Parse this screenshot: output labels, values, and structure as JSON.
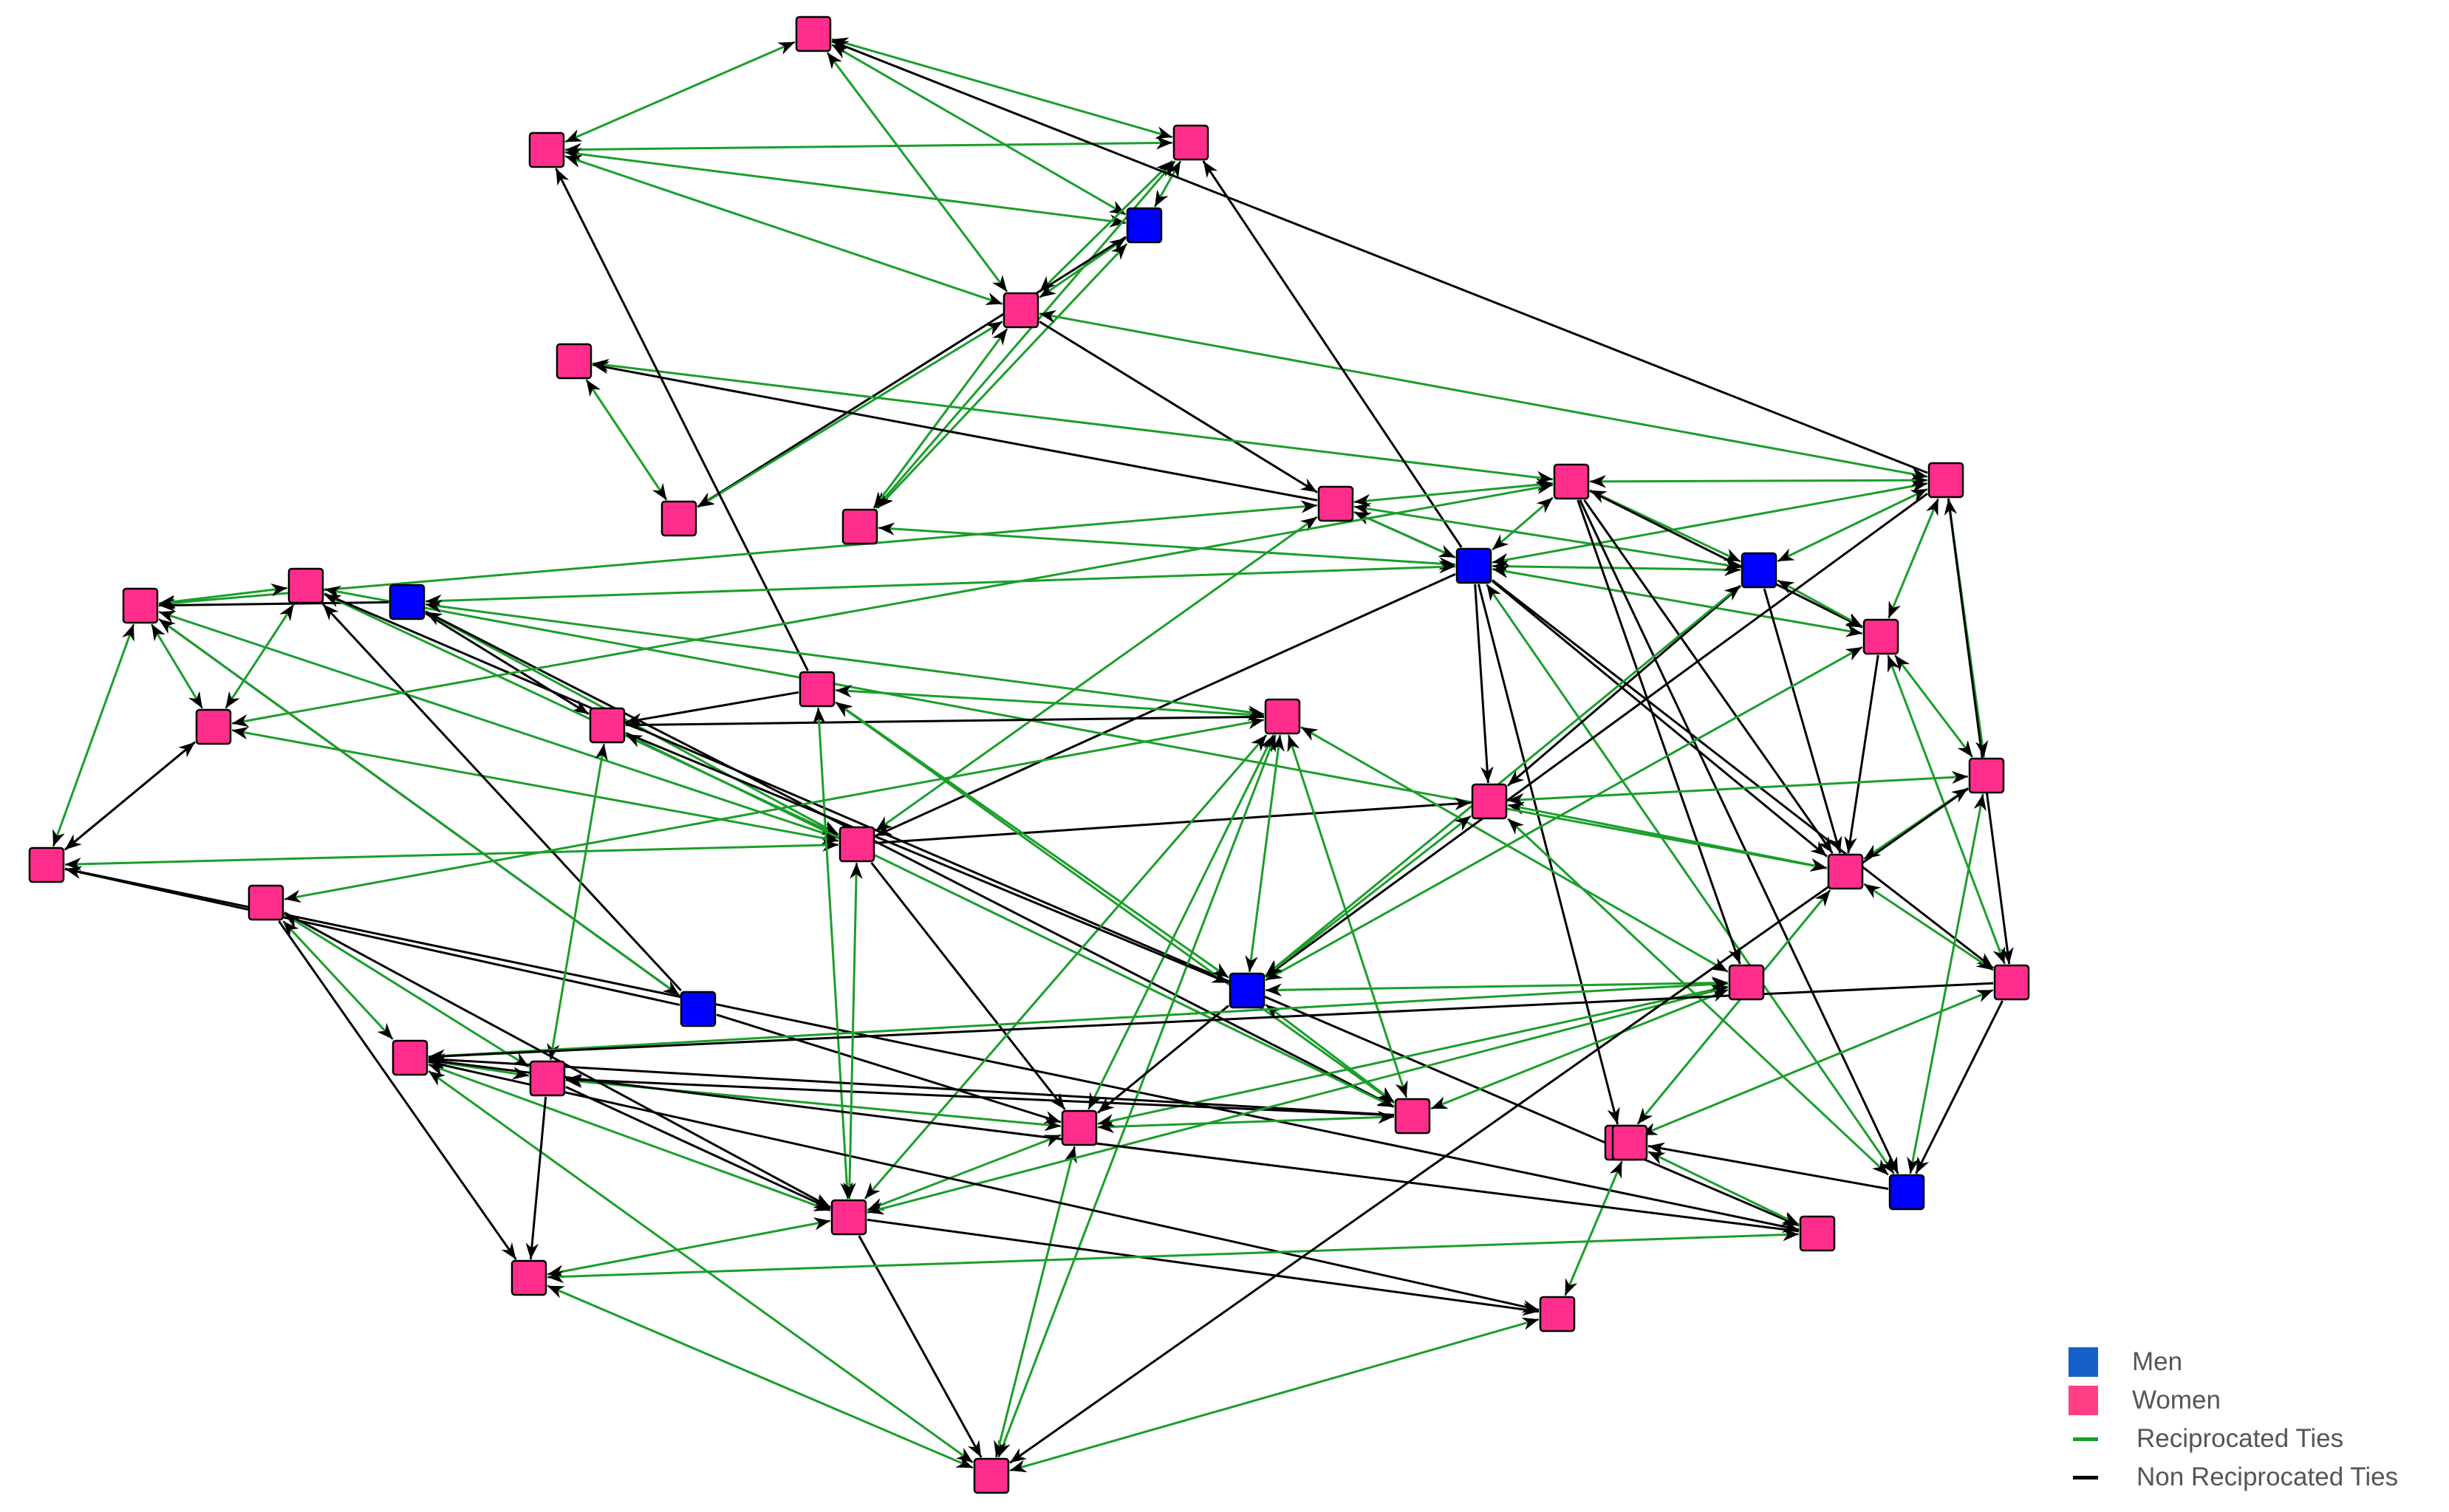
{
  "colors": {
    "men": "#0000ff",
    "women": "#ff2e8c",
    "reciprocated": "#1a9e2a",
    "non_reciprocated": "#000000",
    "legend_men": "#1560c8",
    "legend_women": "#ff3e86"
  },
  "legend": {
    "men": "Men",
    "women": "Women",
    "reciprocated": "Reciprocated Ties",
    "non_reciprocated": "Non Reciprocated Ties"
  },
  "network": {
    "nodes": [
      {
        "id": "n01",
        "gender": "women"
      },
      {
        "id": "n02",
        "gender": "women"
      },
      {
        "id": "n03",
        "gender": "women"
      },
      {
        "id": "n04",
        "gender": "men"
      },
      {
        "id": "n05",
        "gender": "women"
      },
      {
        "id": "n06",
        "gender": "women"
      },
      {
        "id": "n07",
        "gender": "women"
      },
      {
        "id": "n08",
        "gender": "women"
      },
      {
        "id": "n09",
        "gender": "women"
      },
      {
        "id": "n10",
        "gender": "men"
      },
      {
        "id": "n11",
        "gender": "men"
      },
      {
        "id": "n12",
        "gender": "women"
      },
      {
        "id": "n13",
        "gender": "women"
      },
      {
        "id": "n14",
        "gender": "women"
      },
      {
        "id": "n15",
        "gender": "women"
      },
      {
        "id": "n16",
        "gender": "women"
      },
      {
        "id": "n17",
        "gender": "women"
      },
      {
        "id": "n18",
        "gender": "women"
      },
      {
        "id": "n19",
        "gender": "men"
      },
      {
        "id": "n20",
        "gender": "women"
      },
      {
        "id": "n21",
        "gender": "women"
      },
      {
        "id": "n22",
        "gender": "women"
      },
      {
        "id": "n23",
        "gender": "women"
      },
      {
        "id": "n24",
        "gender": "men"
      },
      {
        "id": "n25",
        "gender": "women"
      },
      {
        "id": "n26",
        "gender": "women"
      },
      {
        "id": "n27",
        "gender": "women"
      },
      {
        "id": "n28",
        "gender": "men"
      },
      {
        "id": "n29",
        "gender": "women"
      },
      {
        "id": "n30",
        "gender": "women"
      },
      {
        "id": "n31",
        "gender": "women"
      },
      {
        "id": "n32",
        "gender": "women"
      },
      {
        "id": "n33",
        "gender": "women"
      },
      {
        "id": "n34",
        "gender": "men"
      },
      {
        "id": "n35",
        "gender": "women"
      },
      {
        "id": "n36",
        "gender": "women"
      },
      {
        "id": "n37",
        "gender": "women"
      },
      {
        "id": "n38",
        "gender": "women"
      },
      {
        "id": "n39",
        "gender": "women"
      },
      {
        "id": "n40",
        "gender": "women"
      },
      {
        "id": "n41",
        "gender": "women"
      },
      {
        "id": "n42",
        "gender": "women"
      },
      {
        "id": "n43",
        "gender": "women"
      }
    ],
    "edges": [
      {
        "from": "n01",
        "to": "n02",
        "type": "reciprocated"
      },
      {
        "from": "n01",
        "to": "n03",
        "type": "reciprocated"
      },
      {
        "from": "n01",
        "to": "n04",
        "type": "reciprocated"
      },
      {
        "from": "n01",
        "to": "n05",
        "type": "reciprocated"
      },
      {
        "from": "n02",
        "to": "n03",
        "type": "reciprocated"
      },
      {
        "from": "n02",
        "to": "n05",
        "type": "reciprocated"
      },
      {
        "from": "n02",
        "to": "n04",
        "type": "reciprocated"
      },
      {
        "from": "n03",
        "to": "n04",
        "type": "reciprocated"
      },
      {
        "from": "n03",
        "to": "n05",
        "type": "reciprocated"
      },
      {
        "from": "n03",
        "to": "n08",
        "type": "reciprocated"
      },
      {
        "from": "n04",
        "to": "n05",
        "type": "reciprocated"
      },
      {
        "from": "n04",
        "to": "n07",
        "type": "non_reciprocated"
      },
      {
        "from": "n04",
        "to": "n08",
        "type": "reciprocated"
      },
      {
        "from": "n05",
        "to": "n07",
        "type": "reciprocated"
      },
      {
        "from": "n05",
        "to": "n08",
        "type": "reciprocated"
      },
      {
        "from": "n05",
        "to": "n13",
        "type": "reciprocated"
      },
      {
        "from": "n05",
        "to": "n09",
        "type": "non_reciprocated"
      },
      {
        "from": "n06",
        "to": "n07",
        "type": "reciprocated"
      },
      {
        "from": "n09",
        "to": "n06",
        "type": "non_reciprocated"
      },
      {
        "from": "n06",
        "to": "n12",
        "type": "reciprocated"
      },
      {
        "from": "n13",
        "to": "n01",
        "type": "non_reciprocated"
      },
      {
        "from": "n17",
        "to": "n02",
        "type": "non_reciprocated"
      },
      {
        "from": "n10",
        "to": "n03",
        "type": "non_reciprocated"
      },
      {
        "from": "n10",
        "to": "n09",
        "type": "non_reciprocated"
      },
      {
        "from": "n10",
        "to": "n08",
        "type": "reciprocated"
      },
      {
        "from": "n10",
        "to": "n11",
        "type": "reciprocated"
      },
      {
        "from": "n10",
        "to": "n12",
        "type": "reciprocated"
      },
      {
        "from": "n10",
        "to": "n13",
        "type": "reciprocated"
      },
      {
        "from": "n10",
        "to": "n14",
        "type": "reciprocated"
      },
      {
        "from": "n10",
        "to": "n19",
        "type": "reciprocated"
      },
      {
        "from": "n10",
        "to": "n20",
        "type": "non_reciprocated"
      },
      {
        "from": "n10",
        "to": "n21",
        "type": "non_reciprocated"
      },
      {
        "from": "n10",
        "to": "n22",
        "type": "non_reciprocated"
      },
      {
        "from": "n10",
        "to": "n23",
        "type": "non_reciprocated"
      },
      {
        "from": "n10",
        "to": "n33",
        "type": "non_reciprocated"
      },
      {
        "from": "n10",
        "to": "n34",
        "type": "reciprocated"
      },
      {
        "from": "n09",
        "to": "n10",
        "type": "reciprocated"
      },
      {
        "from": "n09",
        "to": "n11",
        "type": "reciprocated"
      },
      {
        "from": "n09",
        "to": "n12",
        "type": "reciprocated"
      },
      {
        "from": "n09",
        "to": "n20",
        "type": "reciprocated"
      },
      {
        "from": "n09",
        "to": "n29",
        "type": "reciprocated"
      },
      {
        "from": "n12",
        "to": "n11",
        "type": "reciprocated"
      },
      {
        "from": "n12",
        "to": "n13",
        "type": "reciprocated"
      },
      {
        "from": "n12",
        "to": "n14",
        "type": "non_reciprocated"
      },
      {
        "from": "n12",
        "to": "n22",
        "type": "non_reciprocated"
      },
      {
        "from": "n12",
        "to": "n27",
        "type": "non_reciprocated"
      },
      {
        "from": "n12",
        "to": "n34",
        "type": "non_reciprocated"
      },
      {
        "from": "n11",
        "to": "n13",
        "type": "reciprocated"
      },
      {
        "from": "n11",
        "to": "n14",
        "type": "reciprocated"
      },
      {
        "from": "n11",
        "to": "n21",
        "type": "non_reciprocated"
      },
      {
        "from": "n11",
        "to": "n22",
        "type": "non_reciprocated"
      },
      {
        "from": "n13",
        "to": "n14",
        "type": "reciprocated"
      },
      {
        "from": "n13",
        "to": "n15",
        "type": "reciprocated"
      },
      {
        "from": "n13",
        "to": "n23",
        "type": "non_reciprocated"
      },
      {
        "from": "n14",
        "to": "n15",
        "type": "reciprocated"
      },
      {
        "from": "n14",
        "to": "n22",
        "type": "non_reciprocated"
      },
      {
        "from": "n14",
        "to": "n23",
        "type": "reciprocated"
      },
      {
        "from": "n15",
        "to": "n21",
        "type": "reciprocated"
      },
      {
        "from": "n15",
        "to": "n22",
        "type": "reciprocated"
      },
      {
        "from": "n15",
        "to": "n34",
        "type": "reciprocated"
      },
      {
        "from": "n21",
        "to": "n22",
        "type": "reciprocated"
      },
      {
        "from": "n21",
        "to": "n34",
        "type": "reciprocated"
      },
      {
        "from": "n22",
        "to": "n23",
        "type": "reciprocated"
      },
      {
        "from": "n22",
        "to": "n33",
        "type": "reciprocated"
      },
      {
        "from": "n22",
        "to": "n32",
        "type": "reciprocated"
      },
      {
        "from": "n23",
        "to": "n33",
        "type": "reciprocated"
      },
      {
        "from": "n23",
        "to": "n34",
        "type": "non_reciprocated"
      },
      {
        "from": "n33",
        "to": "n42",
        "type": "reciprocated"
      },
      {
        "from": "n34",
        "to": "n42",
        "type": "non_reciprocated"
      },
      {
        "from": "n19",
        "to": "n20",
        "type": "reciprocated"
      },
      {
        "from": "n19",
        "to": "n29",
        "type": "non_reciprocated"
      },
      {
        "from": "n19",
        "to": "n18",
        "type": "non_reciprocated"
      },
      {
        "from": "n19",
        "to": "n26",
        "type": "non_reciprocated"
      },
      {
        "from": "n20",
        "to": "n29",
        "type": "reciprocated"
      },
      {
        "from": "n20",
        "to": "n30",
        "type": "reciprocated"
      },
      {
        "from": "n20",
        "to": "n31",
        "type": "reciprocated"
      },
      {
        "from": "n20",
        "to": "n32",
        "type": "reciprocated"
      },
      {
        "from": "n20",
        "to": "n21",
        "type": "non_reciprocated"
      },
      {
        "from": "n20",
        "to": "n25",
        "type": "non_reciprocated"
      },
      {
        "from": "n29",
        "to": "n30",
        "type": "reciprocated"
      },
      {
        "from": "n29",
        "to": "n32",
        "type": "reciprocated"
      },
      {
        "from": "n29",
        "to": "n31",
        "type": "reciprocated"
      },
      {
        "from": "n29",
        "to": "n28",
        "type": "non_reciprocated"
      },
      {
        "from": "n28",
        "to": "n30",
        "type": "non_reciprocated"
      },
      {
        "from": "n28",
        "to": "n25",
        "type": "non_reciprocated"
      },
      {
        "from": "n28",
        "to": "n29",
        "type": "reciprocated"
      },
      {
        "from": "n28",
        "to": "n32",
        "type": "non_reciprocated"
      },
      {
        "from": "n30",
        "to": "n31",
        "type": "reciprocated"
      },
      {
        "from": "n30",
        "to": "n43",
        "type": "non_reciprocated"
      },
      {
        "from": "n31",
        "to": "n32",
        "type": "reciprocated"
      },
      {
        "from": "n31",
        "to": "n30",
        "type": "non_reciprocated"
      },
      {
        "from": "n32",
        "to": "n43",
        "type": "non_reciprocated"
      },
      {
        "from": "n16",
        "to": "n17",
        "type": "reciprocated"
      },
      {
        "from": "n16",
        "to": "n18",
        "type": "non_reciprocated"
      },
      {
        "from": "n16",
        "to": "n24",
        "type": "reciprocated"
      },
      {
        "from": "n16",
        "to": "n25",
        "type": "reciprocated"
      },
      {
        "from": "n16",
        "to": "n26",
        "type": "reciprocated"
      },
      {
        "from": "n16",
        "to": "n27",
        "type": "reciprocated"
      },
      {
        "from": "n16",
        "to": "n35",
        "type": "reciprocated"
      },
      {
        "from": "n16",
        "to": "n38",
        "type": "reciprocated"
      },
      {
        "from": "n16",
        "to": "n40",
        "type": "reciprocated"
      },
      {
        "from": "n17",
        "to": "n18",
        "type": "non_reciprocated"
      },
      {
        "from": "n17",
        "to": "n6",
        "type": "non_reciprocated"
      },
      {
        "from": "n17",
        "to": "n26",
        "type": "reciprocated"
      },
      {
        "from": "n17",
        "to": "n24",
        "type": "reciprocated"
      },
      {
        "from": "n17",
        "to": "n38",
        "type": "reciprocated"
      },
      {
        "from": "n18",
        "to": "n24",
        "type": "non_reciprocated"
      },
      {
        "from": "n18",
        "to": "n26",
        "type": "reciprocated"
      },
      {
        "from": "n18",
        "to": "n37",
        "type": "reciprocated"
      },
      {
        "from": "n24",
        "to": "n25",
        "type": "non_reciprocated"
      },
      {
        "from": "n24",
        "to": "n26",
        "type": "reciprocated"
      },
      {
        "from": "n24",
        "to": "n27",
        "type": "reciprocated"
      },
      {
        "from": "n25",
        "to": "n26",
        "type": "reciprocated"
      },
      {
        "from": "n25",
        "to": "n27",
        "type": "reciprocated"
      },
      {
        "from": "n25",
        "to": "n37",
        "type": "reciprocated"
      },
      {
        "from": "n25",
        "to": "n40",
        "type": "reciprocated"
      },
      {
        "from": "n25",
        "to": "n38",
        "type": "reciprocated"
      },
      {
        "from": "n26",
        "to": "n27",
        "type": "reciprocated"
      },
      {
        "from": "n26",
        "to": "n36",
        "type": "non_reciprocated"
      },
      {
        "from": "n26",
        "to": "n37",
        "type": "non_reciprocated"
      },
      {
        "from": "n27",
        "to": "n36",
        "type": "reciprocated"
      },
      {
        "from": "n27",
        "to": "n38",
        "type": "reciprocated"
      },
      {
        "from": "n35",
        "to": "n36",
        "type": "reciprocated"
      },
      {
        "from": "n35",
        "to": "n38",
        "type": "non_reciprocated"
      },
      {
        "from": "n35",
        "to": "n39",
        "type": "non_reciprocated"
      },
      {
        "from": "n35",
        "to": "n37",
        "type": "reciprocated"
      },
      {
        "from": "n36",
        "to": "n37",
        "type": "reciprocated"
      },
      {
        "from": "n36",
        "to": "n38",
        "type": "reciprocated"
      },
      {
        "from": "n36",
        "to": "n40",
        "type": "reciprocated"
      },
      {
        "from": "n36",
        "to": "n41",
        "type": "non_reciprocated"
      },
      {
        "from": "n37",
        "to": "n38",
        "type": "non_reciprocated"
      },
      {
        "from": "n37",
        "to": "n39",
        "type": "non_reciprocated"
      },
      {
        "from": "n38",
        "to": "n39",
        "type": "reciprocated"
      },
      {
        "from": "n38",
        "to": "n40",
        "type": "non_reciprocated"
      },
      {
        "from": "n38",
        "to": "n41",
        "type": "non_reciprocated"
      },
      {
        "from": "n39",
        "to": "n40",
        "type": "reciprocated"
      },
      {
        "from": "n40",
        "to": "n41",
        "type": "reciprocated"
      },
      {
        "from": "n41",
        "to": "n42",
        "type": "reciprocated"
      },
      {
        "from": "n43",
        "to": "n39",
        "type": "reciprocated"
      },
      {
        "from": "n42",
        "to": "n43",
        "type": "reciprocated"
      },
      {
        "from": "n43",
        "to": "n36",
        "type": "non_reciprocated"
      },
      {
        "from": "n19",
        "to": "n16",
        "type": "reciprocated"
      },
      {
        "from": "n11",
        "to": "n24",
        "type": "reciprocated"
      },
      {
        "from": "n13",
        "to": "n24",
        "type": "non_reciprocated"
      },
      {
        "from": "n14",
        "to": "n24",
        "type": "reciprocated"
      },
      {
        "from": "n21",
        "to": "n24",
        "type": "reciprocated"
      },
      {
        "from": "n15",
        "to": "n40",
        "type": "non_reciprocated"
      },
      {
        "from": "n23",
        "to": "n36",
        "type": "non_reciprocated"
      },
      {
        "from": "n12",
        "to": "n31",
        "type": "reciprocated"
      },
      {
        "from": "n20",
        "to": "n38",
        "type": "reciprocated"
      }
    ]
  }
}
